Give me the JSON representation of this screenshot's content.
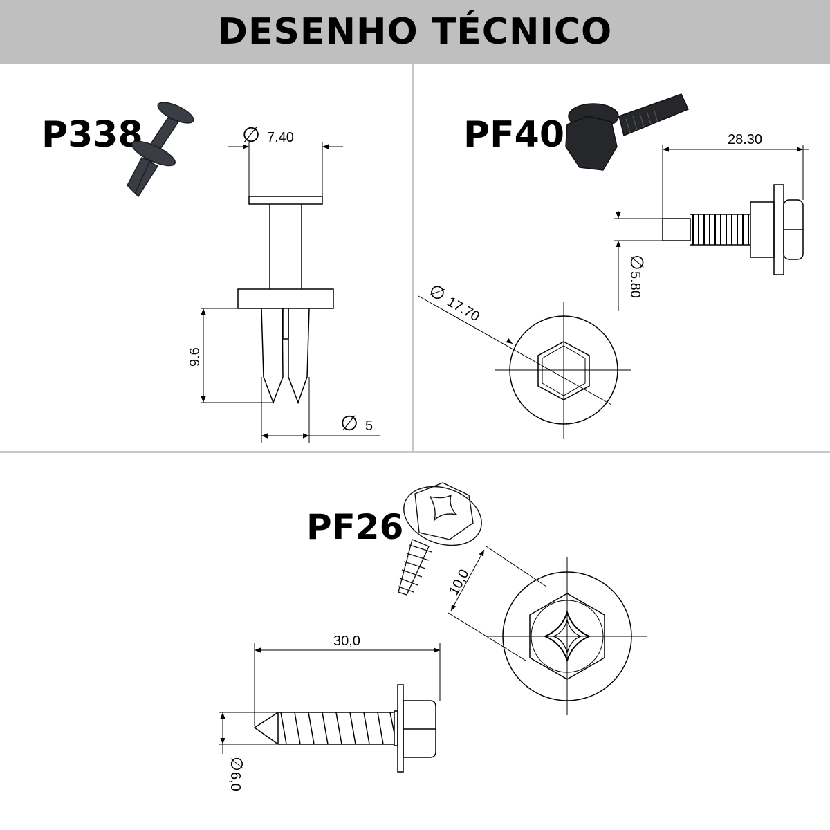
{
  "header": {
    "title": "DESENHO TÉCNICO"
  },
  "parts": {
    "p338": {
      "code": "P338",
      "dim_head_diameter": "7.40",
      "dim_length": "9.6",
      "dim_diameter": "5"
    },
    "pf40": {
      "code": "PF40",
      "dim_length": "28.30",
      "dim_diameter": "5.80",
      "dim_head_diameter": "17.70"
    },
    "pf26": {
      "code": "PF26",
      "dim_head": "10,0",
      "dim_length": "30,0",
      "dim_diameter": "6,0"
    }
  },
  "symbols": {
    "diameter": "∅"
  },
  "colors": {
    "header_bg": "#bfbfbf",
    "part_dark": "#2c2f33"
  }
}
